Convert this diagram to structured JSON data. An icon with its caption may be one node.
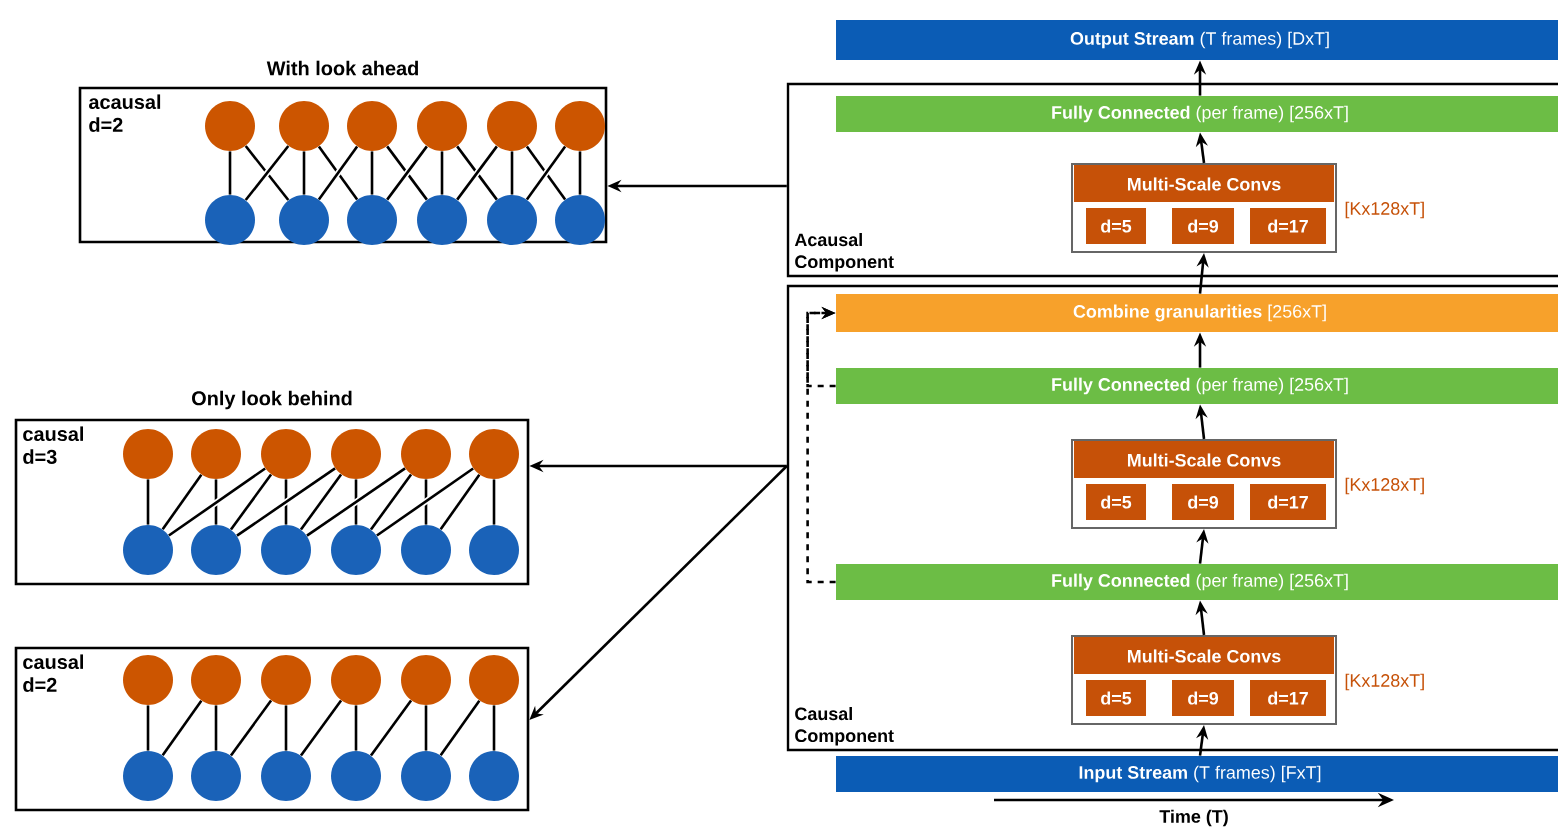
{
  "diagram": {
    "nodes": [
      {
        "text": [
          "With look ahead",
          "acausal d=2"
        ]
      },
      {
        "text": [],
        "shape": "circle",
        "in": 0
      },
      {
        "text": [],
        "shape": "circle",
        "in": 0
      },
      {
        "text": [],
        "shape": "circle",
        "in": 0
      },
      {
        "text": [],
        "shape": "circle",
        "in": 0
      },
      {
        "text": [],
        "shape": "circle",
        "in": 0
      },
      {
        "text": [],
        "shape": "circle",
        "in": 0
      },
      {
        "text": [],
        "shape": "circle",
        "in": 0
      },
      {
        "text": [],
        "shape": "circle",
        "in": 0
      },
      {
        "text": [],
        "shape": "circle",
        "in": 0
      },
      {
        "text": [],
        "shape": "circle",
        "in": 0
      },
      {
        "text": [],
        "shape": "circle",
        "in": 0
      },
      {
        "text": [],
        "shape": "circle",
        "in": 0
      },
      {
        "text": [
          "Only look behind",
          "causal d=3"
        ]
      },
      {
        "text": [],
        "shape": "circle",
        "in": 13
      },
      {
        "text": [],
        "shape": "circle",
        "in": 13
      },
      {
        "text": [],
        "shape": "circle",
        "in": 13
      },
      {
        "text": [],
        "shape": "circle",
        "in": 13
      },
      {
        "text": [],
        "shape": "circle",
        "in": 13
      },
      {
        "text": [],
        "shape": "circle",
        "in": 13
      },
      {
        "text": [],
        "shape": "circle",
        "in": 13
      },
      {
        "text": [],
        "shape": "circle",
        "in": 13
      },
      {
        "text": [],
        "shape": "circle",
        "in": 13
      },
      {
        "text": [],
        "shape": "circle",
        "in": 13
      },
      {
        "text": [],
        "shape": "circle",
        "in": 13
      },
      {
        "text": [],
        "shape": "circle",
        "in": 13
      },
      {
        "text": [
          "causal d=2"
        ]
      },
      {
        "text": [],
        "shape": "circle",
        "in": 26
      },
      {
        "text": [],
        "shape": "circle",
        "in": 26
      },
      {
        "text": [],
        "shape": "circle",
        "in": 26
      },
      {
        "text": [],
        "shape": "circle",
        "in": 26
      },
      {
        "text": [],
        "shape": "circle",
        "in": 26
      },
      {
        "text": [],
        "shape": "circle",
        "in": 26
      },
      {
        "text": [],
        "shape": "circle",
        "in": 26
      },
      {
        "text": [],
        "shape": "circle",
        "in": 26
      },
      {
        "text": [],
        "shape": "circle",
        "in": 26
      },
      {
        "text": [],
        "shape": "circle",
        "in": 26
      },
      {
        "text": [],
        "shape": "circle",
        "in": 26
      },
      {
        "text": [],
        "shape": "circle",
        "in": 26
      },
      {
        "text": [
          "**Output Stream** (T frames) [DxT]"
        ]
      },
      {
        "text": [
          "Acausal Component"
        ]
      },
      {
        "text": [
          "**Fully Connected** (per frame) [256xT]"
        ],
        "in": 40
      },
      {
        "text": [
          "Multi-Scale Convs"
        ],
        "beside": [
          "[Kx128xT]"
        ],
        "in": 40
      },
      {
        "text": [
          "d=5"
        ],
        "in": 42
      },
      {
        "text": [
          "d=9"
        ],
        "in": 42
      },
      {
        "text": [
          "d=17"
        ],
        "in": 42
      },
      {
        "text": [
          "Causal Component"
        ]
      },
      {
        "text": [
          "**Combine granularities** [256xT]"
        ],
        "in": 46
      },
      {
        "text": [
          "**Fully Connected** (per frame) [256xT]"
        ],
        "in": 46
      },
      {
        "text": [
          "Multi-Scale Convs"
        ],
        "beside": [
          "[Kx128xT]"
        ],
        "in": 46
      },
      {
        "text": [
          "d=5"
        ],
        "in": 49
      },
      {
        "text": [
          "d=9"
        ],
        "in": 49
      },
      {
        "text": [
          "d=17"
        ],
        "in": 49
      },
      {
        "text": [
          "**Fully Connected** (per frame) [256xT]"
        ],
        "in": 46
      },
      {
        "text": [
          "Multi-Scale Convs"
        ],
        "beside": [
          "[Kx128xT]"
        ],
        "in": 46
      },
      {
        "text": [
          "d=5"
        ],
        "in": 54
      },
      {
        "text": [
          "d=9"
        ],
        "in": 54
      },
      {
        "text": [
          "d=17"
        ],
        "in": 54
      },
      {
        "text": [
          "**Input Stream** (T frames) [FxT]"
        ]
      }
    ],
    "edges": [
      {
        "from": 7,
        "to": 1,
        "arrow": "none"
      },
      {
        "from": 8,
        "to": 1,
        "arrow": "none"
      },
      {
        "from": 7,
        "to": 2,
        "arrow": "none"
      },
      {
        "from": 8,
        "to": 2,
        "arrow": "none"
      },
      {
        "from": 9,
        "to": 2,
        "arrow": "none"
      },
      {
        "from": 8,
        "to": 3,
        "arrow": "none"
      },
      {
        "from": 9,
        "to": 3,
        "arrow": "none"
      },
      {
        "from": 10,
        "to": 3,
        "arrow": "none"
      },
      {
        "from": 9,
        "to": 4,
        "arrow": "none"
      },
      {
        "from": 10,
        "to": 4,
        "arrow": "none"
      },
      {
        "from": 11,
        "to": 4,
        "arrow": "none"
      },
      {
        "from": 10,
        "to": 5,
        "arrow": "none"
      },
      {
        "from": 11,
        "to": 5,
        "arrow": "none"
      },
      {
        "from": 12,
        "to": 5,
        "arrow": "none"
      },
      {
        "from": 11,
        "to": 6,
        "arrow": "none"
      },
      {
        "from": 12,
        "to": 6,
        "arrow": "none"
      },
      {
        "from": 20,
        "to": 14,
        "arrow": "none"
      },
      {
        "from": 20,
        "to": 15,
        "arrow": "none"
      },
      {
        "from": 21,
        "to": 15,
        "arrow": "none"
      },
      {
        "from": 20,
        "to": 16,
        "arrow": "none"
      },
      {
        "from": 21,
        "to": 16,
        "arrow": "none"
      },
      {
        "from": 22,
        "to": 16,
        "arrow": "none"
      },
      {
        "from": 21,
        "to": 17,
        "arrow": "none"
      },
      {
        "from": 22,
        "to": 17,
        "arrow": "none"
      },
      {
        "from": 23,
        "to": 17,
        "arrow": "none"
      },
      {
        "from": 22,
        "to": 18,
        "arrow": "none"
      },
      {
        "from": 23,
        "to": 18,
        "arrow": "none"
      },
      {
        "from": 24,
        "to": 18,
        "arrow": "none"
      },
      {
        "from": 23,
        "to": 19,
        "arrow": "none"
      },
      {
        "from": 24,
        "to": 19,
        "arrow": "none"
      },
      {
        "from": 25,
        "to": 19,
        "arrow": "none"
      },
      {
        "from": 33,
        "to": 27,
        "arrow": "none"
      },
      {
        "from": 33,
        "to": 28,
        "arrow": "none"
      },
      {
        "from": 34,
        "to": 28,
        "arrow": "none"
      },
      {
        "from": 34,
        "to": 29,
        "arrow": "none"
      },
      {
        "from": 35,
        "to": 29,
        "arrow": "none"
      },
      {
        "from": 35,
        "to": 30,
        "arrow": "none"
      },
      {
        "from": 36,
        "to": 30,
        "arrow": "none"
      },
      {
        "from": 36,
        "to": 31,
        "arrow": "none"
      },
      {
        "from": 37,
        "to": 31,
        "arrow": "none"
      },
      {
        "from": 37,
        "to": 32,
        "arrow": "none"
      },
      {
        "from": 38,
        "to": 32,
        "arrow": "none"
      },
      {
        "from": 58,
        "to": 54,
        "arrow": "to"
      },
      {
        "from": 54,
        "to": 53,
        "arrow": "to"
      },
      {
        "from": 53,
        "to": 49,
        "arrow": "to"
      },
      {
        "from": 49,
        "to": 48,
        "arrow": "to"
      },
      {
        "from": 48,
        "to": 47,
        "arrow": "to"
      },
      {
        "from": 47,
        "to": 42,
        "arrow": "to"
      },
      {
        "from": 42,
        "to": 41,
        "arrow": "to"
      },
      {
        "from": 41,
        "to": 39,
        "arrow": "to"
      },
      {
        "from": 53,
        "to": 47,
        "arrow": "to",
        "style": "dashed"
      },
      {
        "from": 48,
        "to": 47,
        "arrow": "to",
        "style": "dashed"
      },
      {
        "from": 40,
        "to": 0,
        "arrow": "to"
      },
      {
        "from": 46,
        "to": 13,
        "arrow": "to"
      },
      {
        "from": 46,
        "to": 26,
        "arrow": "to"
      }
    ],
    "labels": [
      "Time (T)"
    ]
  }
}
